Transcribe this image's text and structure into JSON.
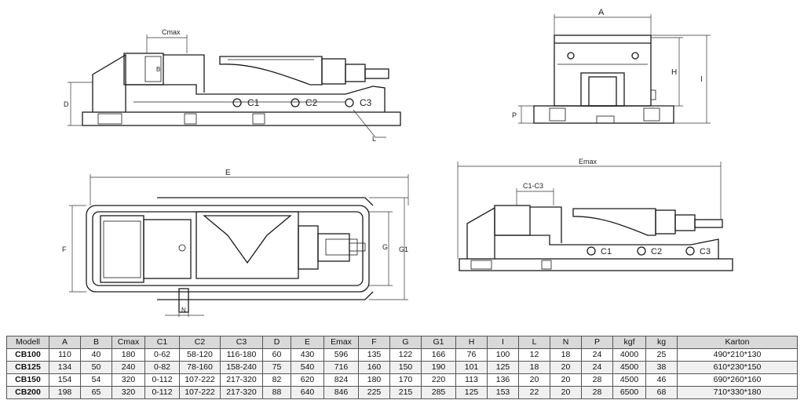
{
  "labels": {
    "cmax": "Cmax",
    "b": "B",
    "d": "D",
    "c1": "C1",
    "c2": "C2",
    "c3": "C3",
    "l": "L",
    "a": "A",
    "h": "H",
    "i": "I",
    "p": "P",
    "e": "E",
    "f": "F",
    "g": "G",
    "g1": "G1",
    "n": "N",
    "emax": "Emax",
    "c1c3": "C1-C3"
  },
  "table": {
    "headers": [
      "Modell",
      "A",
      "B",
      "Cmax",
      "C1",
      "C2",
      "C3",
      "D",
      "E",
      "Emax",
      "F",
      "G",
      "G1",
      "H",
      "I",
      "L",
      "N",
      "P",
      "kgf",
      "kg",
      "Karton"
    ],
    "rows": [
      [
        "CB100",
        "110",
        "40",
        "180",
        "0-62",
        "58-120",
        "116-180",
        "60",
        "430",
        "596",
        "135",
        "122",
        "166",
        "76",
        "100",
        "12",
        "18",
        "24",
        "4000",
        "25",
        "490*210*130"
      ],
      [
        "CB125",
        "134",
        "50",
        "240",
        "0-82",
        "78-160",
        "158-240",
        "75",
        "540",
        "716",
        "160",
        "150",
        "190",
        "101",
        "125",
        "18",
        "20",
        "24",
        "4500",
        "38",
        "610*230*150"
      ],
      [
        "CB150",
        "154",
        "54",
        "320",
        "0-112",
        "107-222",
        "217-320",
        "82",
        "620",
        "824",
        "180",
        "170",
        "220",
        "113",
        "136",
        "20",
        "20",
        "28",
        "4500",
        "46",
        "690*260*160"
      ],
      [
        "CB200",
        "198",
        "65",
        "320",
        "0-112",
        "107-222",
        "217-320",
        "88",
        "640",
        "846",
        "225",
        "215",
        "285",
        "125",
        "153",
        "22",
        "20",
        "28",
        "6500",
        "68",
        "710*330*180"
      ]
    ]
  }
}
